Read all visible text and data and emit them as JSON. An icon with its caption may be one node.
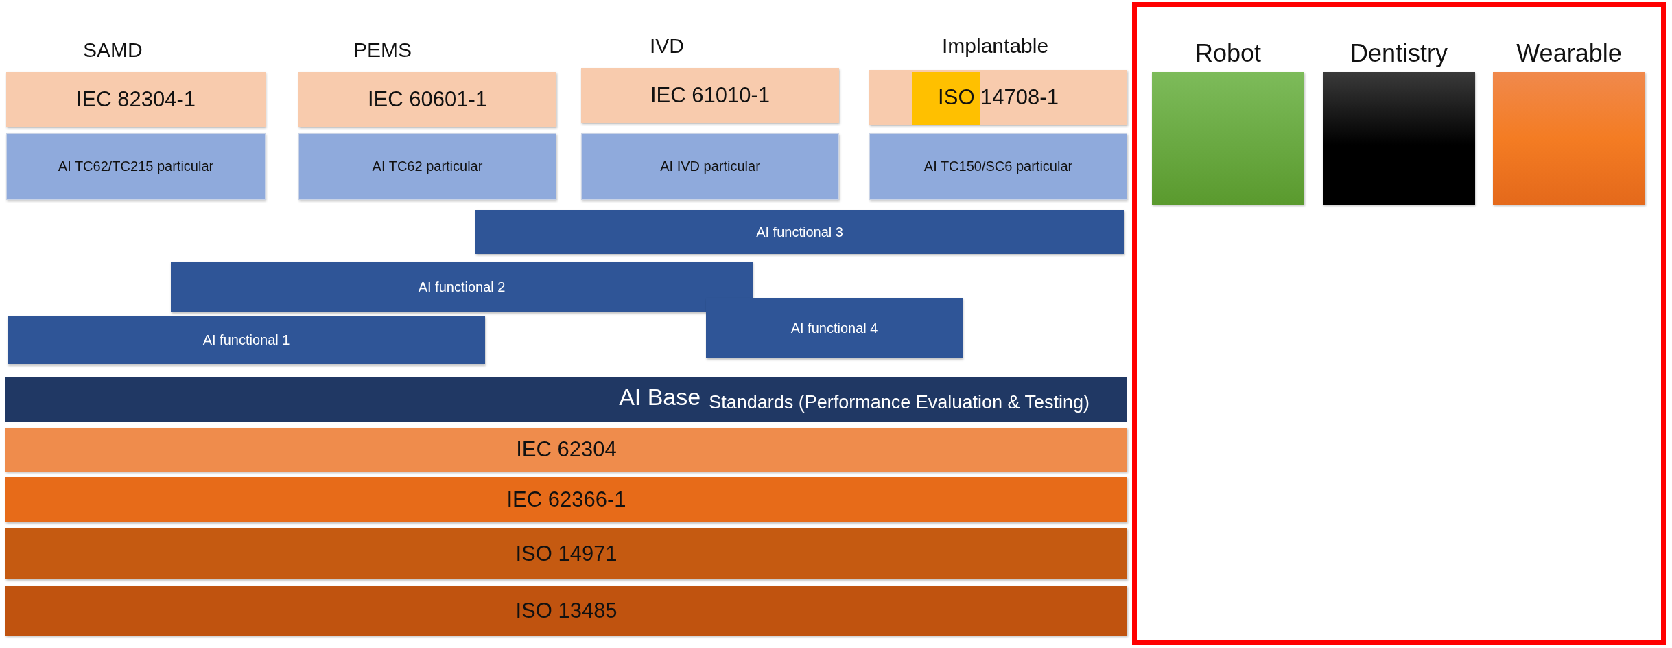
{
  "diagram": {
    "nodes": [
      {
        "text": [
          "SAMD",
          "IEC 82304-1"
        ]
      },
      {
        "text": [
          "AI TC62/TC215 particular"
        ]
      },
      {
        "text": [
          "PEMS",
          "IEC 60601-1"
        ]
      },
      {
        "text": [
          "AI TC62 particular"
        ]
      },
      {
        "text": [
          "IVD",
          "IEC 61010-1"
        ]
      },
      {
        "text": [
          "AI IVD particular"
        ]
      },
      {
        "text": [
          "Implantable",
          "ISO 14708-1"
        ]
      },
      {
        "text": [
          "AI TC150/SC6 particular"
        ]
      },
      {
        "text": [
          "AI functional 3"
        ]
      },
      {
        "text": [
          "AI functional 2"
        ]
      },
      {
        "text": [
          "AI functional 4"
        ]
      },
      {
        "text": [
          "AI functional 1"
        ]
      },
      {
        "text": [
          "AI Base",
          "Standards (Performance Evaluation & Testing)"
        ]
      },
      {
        "text": [
          "IEC 62304"
        ]
      },
      {
        "text": [
          "IEC 62366-1"
        ]
      },
      {
        "text": [
          "ISO 14971"
        ]
      },
      {
        "text": [
          "ISO 13485"
        ]
      },
      {
        "text": [],
        "shape": "box"
      },
      {
        "text": [
          "Robot"
        ],
        "in": 17
      },
      {
        "text": [
          "Dentistry"
        ],
        "in": 17
      },
      {
        "text": [
          "Wearable"
        ],
        "in": 17
      }
    ]
  }
}
